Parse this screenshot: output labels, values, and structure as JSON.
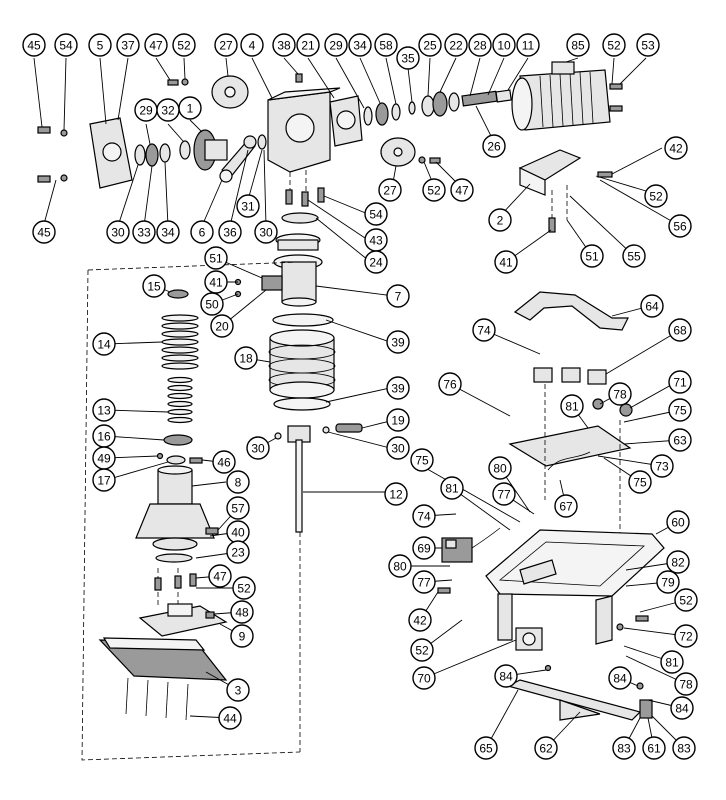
{
  "callouts": [
    {
      "id": "c1",
      "label": "45"
    },
    {
      "id": "c2",
      "label": "54"
    },
    {
      "id": "c3",
      "label": "5"
    },
    {
      "id": "c4",
      "label": "37"
    },
    {
      "id": "c5",
      "label": "47"
    },
    {
      "id": "c6",
      "label": "52"
    },
    {
      "id": "c7",
      "label": "27"
    },
    {
      "id": "c8",
      "label": "4"
    },
    {
      "id": "c9",
      "label": "38"
    },
    {
      "id": "c10",
      "label": "21"
    },
    {
      "id": "c11",
      "label": "29"
    },
    {
      "id": "c12",
      "label": "34"
    },
    {
      "id": "c13",
      "label": "58"
    },
    {
      "id": "c14",
      "label": "35"
    },
    {
      "id": "c15",
      "label": "25"
    },
    {
      "id": "c16",
      "label": "22"
    },
    {
      "id": "c17",
      "label": "28"
    },
    {
      "id": "c18",
      "label": "10"
    },
    {
      "id": "c19",
      "label": "11"
    },
    {
      "id": "c20",
      "label": "85"
    },
    {
      "id": "c21",
      "label": "52"
    },
    {
      "id": "c22",
      "label": "53"
    },
    {
      "id": "c23",
      "label": "29"
    },
    {
      "id": "c24",
      "label": "32"
    },
    {
      "id": "c25",
      "label": "1"
    },
    {
      "id": "c26",
      "label": "26"
    },
    {
      "id": "c27",
      "label": "42"
    },
    {
      "id": "c28",
      "label": "45"
    },
    {
      "id": "c29",
      "label": "30"
    },
    {
      "id": "c30",
      "label": "33"
    },
    {
      "id": "c31",
      "label": "34"
    },
    {
      "id": "c32",
      "label": "6"
    },
    {
      "id": "c33",
      "label": "36"
    },
    {
      "id": "c34",
      "label": "31"
    },
    {
      "id": "c35",
      "label": "30"
    },
    {
      "id": "c36",
      "label": "27"
    },
    {
      "id": "c37",
      "label": "52"
    },
    {
      "id": "c38",
      "label": "47"
    },
    {
      "id": "c39",
      "label": "54"
    },
    {
      "id": "c40",
      "label": "43"
    },
    {
      "id": "c41",
      "label": "24"
    },
    {
      "id": "c42",
      "label": "2"
    },
    {
      "id": "c43",
      "label": "52"
    },
    {
      "id": "c44",
      "label": "56"
    },
    {
      "id": "c45",
      "label": "41"
    },
    {
      "id": "c46",
      "label": "51"
    },
    {
      "id": "c47",
      "label": "55"
    },
    {
      "id": "c48",
      "label": "51"
    },
    {
      "id": "c49",
      "label": "41"
    },
    {
      "id": "c50",
      "label": "50"
    },
    {
      "id": "c51",
      "label": "20"
    },
    {
      "id": "c52",
      "label": "7"
    },
    {
      "id": "c53",
      "label": "15"
    },
    {
      "id": "c54",
      "label": "64"
    },
    {
      "id": "c55",
      "label": "39"
    },
    {
      "id": "c56",
      "label": "14"
    },
    {
      "id": "c57",
      "label": "74"
    },
    {
      "id": "c58",
      "label": "68"
    },
    {
      "id": "c59",
      "label": "18"
    },
    {
      "id": "c60",
      "label": "39"
    },
    {
      "id": "c61",
      "label": "76"
    },
    {
      "id": "c62",
      "label": "78"
    },
    {
      "id": "c63",
      "label": "71"
    },
    {
      "id": "c64",
      "label": "13"
    },
    {
      "id": "c65",
      "label": "81"
    },
    {
      "id": "c66",
      "label": "75"
    },
    {
      "id": "c67",
      "label": "19"
    },
    {
      "id": "c68",
      "label": "16"
    },
    {
      "id": "c69",
      "label": "63"
    },
    {
      "id": "c70",
      "label": "30"
    },
    {
      "id": "c71",
      "label": "30"
    },
    {
      "id": "c72",
      "label": "49"
    },
    {
      "id": "c73",
      "label": "46"
    },
    {
      "id": "c74",
      "label": "75"
    },
    {
      "id": "c75",
      "label": "73"
    },
    {
      "id": "c76",
      "label": "17"
    },
    {
      "id": "c77",
      "label": "80"
    },
    {
      "id": "c78",
      "label": "75"
    },
    {
      "id": "c79",
      "label": "8"
    },
    {
      "id": "c80",
      "label": "81"
    },
    {
      "id": "c81",
      "label": "77"
    },
    {
      "id": "c82",
      "label": "12"
    },
    {
      "id": "c83",
      "label": "57"
    },
    {
      "id": "c84",
      "label": "67"
    },
    {
      "id": "c85",
      "label": "74"
    },
    {
      "id": "c86",
      "label": "40"
    },
    {
      "id": "c87",
      "label": "60"
    },
    {
      "id": "c88",
      "label": "23"
    },
    {
      "id": "c89",
      "label": "69"
    },
    {
      "id": "c90",
      "label": "80"
    },
    {
      "id": "c91",
      "label": "47"
    },
    {
      "id": "c92",
      "label": "82"
    },
    {
      "id": "c93",
      "label": "77"
    },
    {
      "id": "c94",
      "label": "52"
    },
    {
      "id": "c95",
      "label": "79"
    },
    {
      "id": "c96",
      "label": "48"
    },
    {
      "id": "c97",
      "label": "52"
    },
    {
      "id": "c98",
      "label": "42"
    },
    {
      "id": "c99",
      "label": "9"
    },
    {
      "id": "c100",
      "label": "52"
    },
    {
      "id": "c101",
      "label": "72"
    },
    {
      "id": "c102",
      "label": "81"
    },
    {
      "id": "c103",
      "label": "3"
    },
    {
      "id": "c104",
      "label": "70"
    },
    {
      "id": "c105",
      "label": "84"
    },
    {
      "id": "c106",
      "label": "78"
    },
    {
      "id": "c107",
      "label": "84"
    },
    {
      "id": "c108",
      "label": "44"
    },
    {
      "id": "c109",
      "label": "84"
    },
    {
      "id": "c110",
      "label": "65"
    },
    {
      "id": "c111",
      "label": "62"
    },
    {
      "id": "c112",
      "label": "83"
    },
    {
      "id": "c113",
      "label": "61"
    },
    {
      "id": "c114",
      "label": "83"
    }
  ]
}
